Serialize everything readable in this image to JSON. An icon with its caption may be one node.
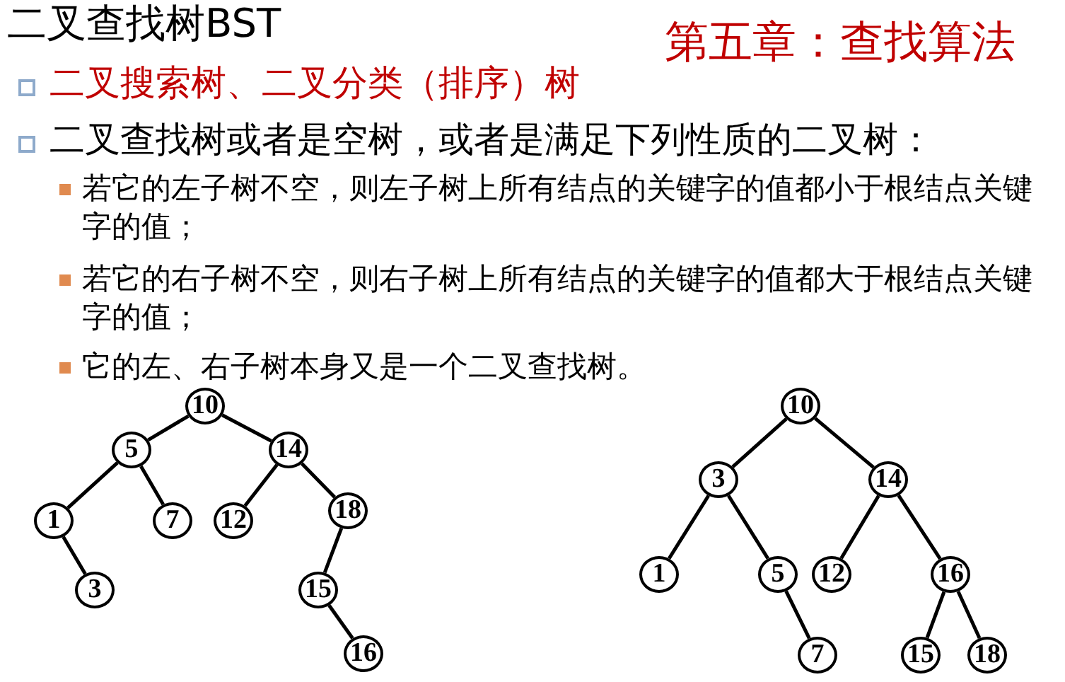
{
  "diagram": {
    "title": "二叉查找树BST",
    "nodes": [
      {
        "text": [
          "10"
        ]
      },
      {
        "text": [
          "5"
        ]
      },
      {
        "text": [
          "14"
        ]
      },
      {
        "text": [
          "1"
        ]
      },
      {
        "text": [
          "7"
        ]
      },
      {
        "text": [
          "12"
        ]
      },
      {
        "text": [
          "18"
        ]
      },
      {
        "text": [
          "3"
        ]
      },
      {
        "text": [
          "15"
        ]
      },
      {
        "text": [
          "16"
        ]
      },
      {
        "text": [
          "10"
        ]
      },
      {
        "text": [
          "3"
        ]
      },
      {
        "text": [
          "14"
        ]
      },
      {
        "text": [
          "1"
        ]
      },
      {
        "text": [
          "5"
        ]
      },
      {
        "text": [
          "12"
        ]
      },
      {
        "text": [
          "16"
        ]
      },
      {
        "text": [
          "7"
        ]
      },
      {
        "text": [
          "15"
        ]
      },
      {
        "text": [
          "18"
        ]
      }
    ],
    "edges": [
      {
        "from": 0,
        "to": 1,
        "arrow": "none"
      },
      {
        "from": 0,
        "to": 2,
        "arrow": "none"
      },
      {
        "from": 1,
        "to": 3,
        "arrow": "none"
      },
      {
        "from": 1,
        "to": 4,
        "arrow": "none"
      },
      {
        "from": 2,
        "to": 5,
        "arrow": "none"
      },
      {
        "from": 2,
        "to": 6,
        "arrow": "none"
      },
      {
        "from": 3,
        "to": 7,
        "arrow": "none"
      },
      {
        "from": 6,
        "to": 8,
        "arrow": "none"
      },
      {
        "from": 8,
        "to": 9,
        "arrow": "none"
      },
      {
        "from": 10,
        "to": 11,
        "arrow": "none"
      },
      {
        "from": 10,
        "to": 12,
        "arrow": "none"
      },
      {
        "from": 11,
        "to": 13,
        "arrow": "none"
      },
      {
        "from": 11,
        "to": 14,
        "arrow": "none"
      },
      {
        "from": 12,
        "to": 15,
        "arrow": "none"
      },
      {
        "from": 12,
        "to": 16,
        "arrow": "none"
      },
      {
        "from": 14,
        "to": 17,
        "arrow": "none"
      },
      {
        "from": 16,
        "to": 18,
        "arrow": "none"
      },
      {
        "from": 16,
        "to": 19,
        "arrow": "none"
      }
    ],
    "labels": [
      "第五章：查找算法",
      "二叉搜索树、二叉分类（排序）树",
      "二叉查找树或者是空树，或者是满足下列性质的二叉树：",
      "若它的左子树不空，则左子树上所有结点的关键字的值都小于根结点关键字的值；",
      "若它的右子树不空，则右子树上所有结点的关键字的值都大于根结点关键字的值；",
      "它的左、右子树本身又是一个二叉查找树。"
    ]
  }
}
